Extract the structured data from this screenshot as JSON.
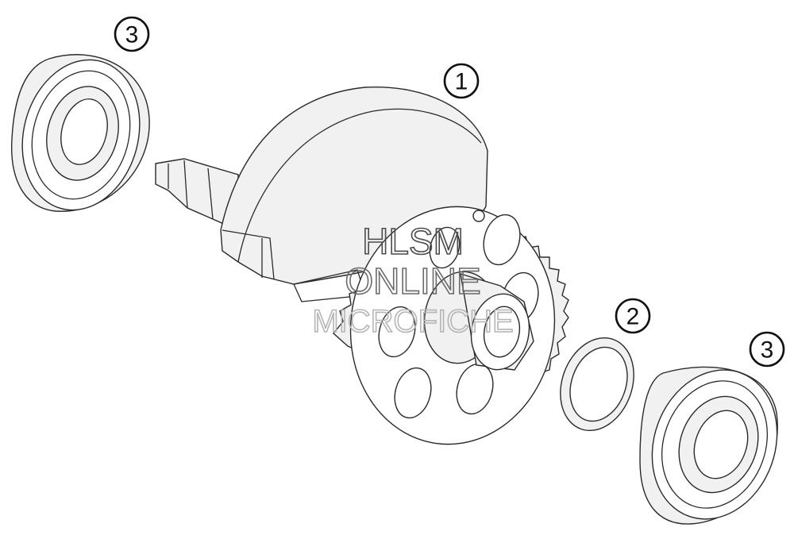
{
  "diagram": {
    "parts": [
      {
        "id": "crankshaft",
        "callout": "1"
      },
      {
        "id": "shim-washer",
        "callout": "2"
      },
      {
        "id": "ball-bearing-left",
        "callout": "3"
      },
      {
        "id": "ball-bearing-right",
        "callout": "3"
      }
    ],
    "watermark": {
      "line1": "HLSM",
      "line2": "ONLINE",
      "line3": "MICROFICHE"
    }
  },
  "colors": {
    "line": "#2a2a2a",
    "fill": "#f1f1f1",
    "background": "#ffffff"
  }
}
